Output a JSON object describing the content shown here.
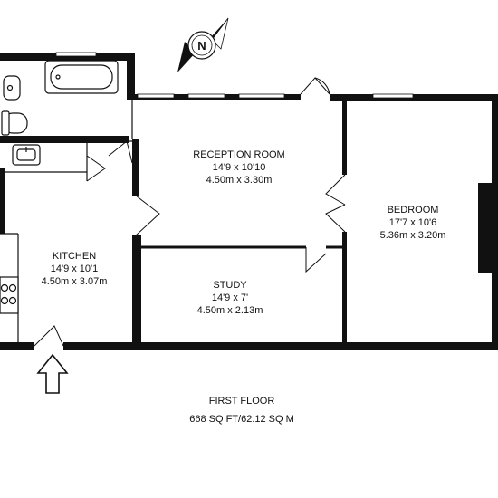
{
  "rooms": {
    "reception": {
      "name": "RECEPTION ROOM",
      "imperial": "14'9 x 10'10",
      "metric": "4.50m x 3.30m"
    },
    "bedroom": {
      "name": "BEDROOM",
      "imperial": "17'7 x 10'6",
      "metric": "5.36m x 3.20m"
    },
    "kitchen": {
      "name": "KITCHEN",
      "imperial": "14'9 x 10'1",
      "metric": "4.50m x 3.07m"
    },
    "study": {
      "name": "STUDY",
      "imperial": "14'9 x 7'",
      "metric": "4.50m x 2.13m"
    }
  },
  "floor": {
    "name": "FIRST FLOOR",
    "area": "668 SQ FT/62.12 SQ M"
  },
  "compass": {
    "letter": "N"
  },
  "icons": [
    "compass-icon",
    "entrance-arrow-icon",
    "bath-icon",
    "toilet-icon",
    "basin-icon",
    "sink-icon",
    "hob-icon"
  ]
}
